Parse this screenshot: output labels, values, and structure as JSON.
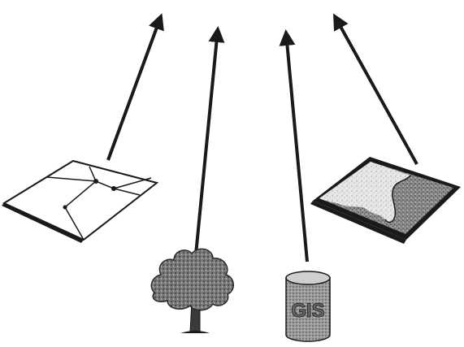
{
  "diagram": {
    "background": "#ffffff",
    "ink_color": "#1a1a1a",
    "fill_light": "#e6e6e6",
    "fill_dark": "#8a8a8a",
    "items": [
      {
        "kind": "vector-parcel-map",
        "icon": "parcel-map-icon"
      },
      {
        "kind": "tree",
        "icon": "tree-icon"
      },
      {
        "kind": "database-cylinder",
        "icon": "database-cylinder-icon",
        "label": "GIS"
      },
      {
        "kind": "raster-map",
        "icon": "raster-map-icon"
      }
    ],
    "arrows_count": 4
  }
}
